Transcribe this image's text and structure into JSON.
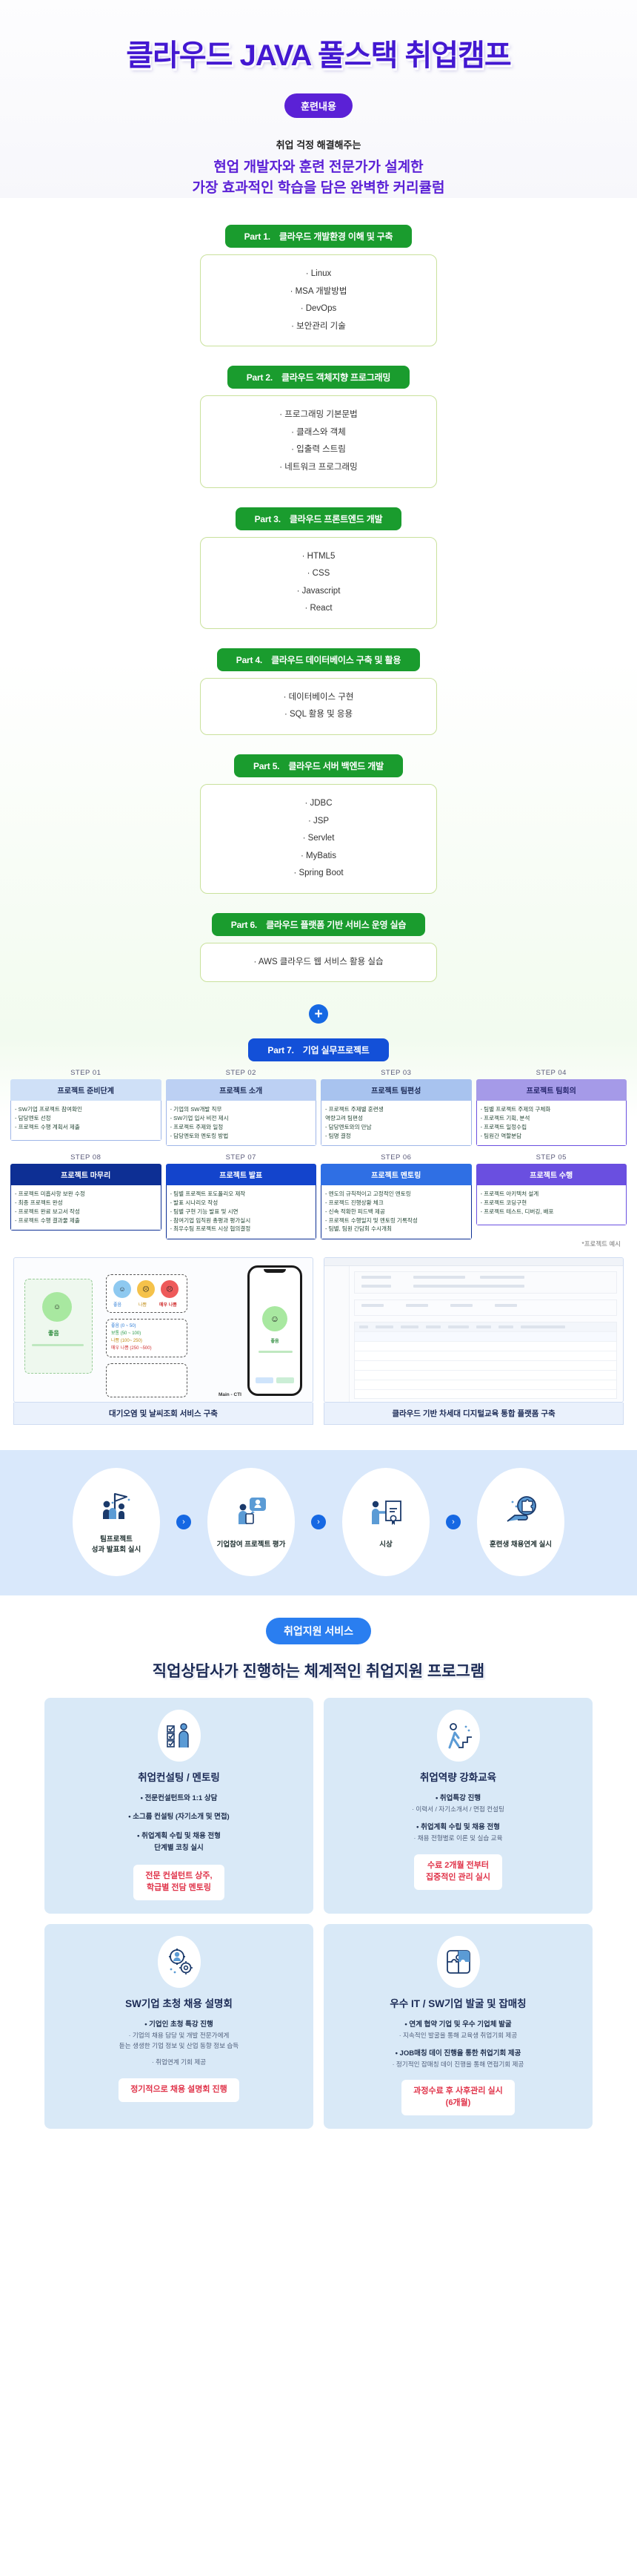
{
  "hero": {
    "title": "클라우드 JAVA 풀스택 취업캠프",
    "badge": "훈련내용",
    "sub": "취업 걱정 해결해주는",
    "main_line1": "현업 개발자와 훈련 전문가가 설계한",
    "main_line2": "가장 효과적인 학습을 담은 완벽한 커리큘럼",
    "accent": "#5b21d6"
  },
  "curriculum": {
    "green": "#1a9c2e",
    "blue": "#1350d8",
    "parts": [
      {
        "no": "Part 1.",
        "title": "클라우드 개발환경 이해 및 구축",
        "items": [
          "· Linux",
          "· MSA 개발방법",
          "· DevOps",
          "· 보안관리 기술"
        ]
      },
      {
        "no": "Part 2.",
        "title": "클라우드 객체지향 프로그래밍",
        "items": [
          "· 프로그래밍 기본문법",
          "· 클래스와 객체",
          "· 입출력 스트림",
          "· 네트워크 프로그래밍"
        ]
      },
      {
        "no": "Part 3.",
        "title": "클라우드 프론트엔드 개발",
        "items": [
          "· HTML5",
          "· CSS",
          "· Javascript",
          "· React"
        ]
      },
      {
        "no": "Part 4.",
        "title": "클라우드 데이터베이스 구축 및 활용",
        "items": [
          "· 데이터베이스 구현",
          "· SQL 활용 및 응용"
        ]
      },
      {
        "no": "Part 5.",
        "title": "클라우드 서버 백엔드 개발",
        "items": [
          "· JDBC",
          "· JSP",
          "· Servlet",
          "· MyBatis",
          "· Spring Boot"
        ]
      },
      {
        "no": "Part 6.",
        "title": "클라우드 플랫폼 기반 서비스 운영 실습",
        "items": [
          "· AWS 클라우드 웹 서비스 활용 실습"
        ]
      }
    ],
    "plus_icon": "plus-icon"
  },
  "project": {
    "part_no": "Part 7.",
    "part_title": "기업 실무프로젝트",
    "note": "*프로젝트 예시",
    "row1": [
      {
        "step": "STEP 01",
        "title": "프로젝트 준비단계",
        "items": [
          "- SW기업 프로젝트 참여확인",
          "- 담당멘토 선정",
          "- 프로젝트 수행 계획서 제출"
        ]
      },
      {
        "step": "STEP 02",
        "title": "프로젝트 소개",
        "items": [
          "- 기업의 SW개발 직무",
          "- SW기업 입사 비전 제시",
          "- 프로젝트 주제와 일정",
          "- 담당멘토와 멘토링 방법"
        ]
      },
      {
        "step": "STEP 03",
        "title": "프로젝트 팀편성",
        "items": [
          "- 프로젝트 주제별 훈련생",
          "  역량고려 팀편성",
          "- 담당멘토와의 만남",
          "- 팀명 결정"
        ]
      },
      {
        "step": "STEP 04",
        "title": "프로젝트 팀회의",
        "items": [
          "- 팀별 프로젝트 주제의 구체화",
          "- 프로젝트 기획, 분석",
          "- 프로젝트 일정수립",
          "- 팀원간 역할분담"
        ]
      }
    ],
    "row2": [
      {
        "step": "STEP 08",
        "title": "프로젝트 마무리",
        "items": [
          "- 프로젝트 미흡사항 보완 수정",
          "- 최종 프로젝트 완성",
          "- 프로젝트 완료 보고서 작성",
          "- 프로젝트 수행 결과물 제출"
        ]
      },
      {
        "step": "STEP 07",
        "title": "프로젝트 발표",
        "items": [
          "- 팀별 프로젝트 포도폴리오 제작",
          "- 발표 시나리오 작성",
          "- 팀별 구현 기능 발표 및 시연",
          "- 참여기업 임직원 총평과 평가실시",
          "- 최우수팀 프로젝트 시상 협의결정"
        ]
      },
      {
        "step": "STEP 06",
        "title": "프로젝트 멘토링",
        "items": [
          "- 멘도의 규칙적이고 고정적인 멘토링",
          "- 프로젝드 진행상황 체크",
          "- 신속 적확한 피드백 제공",
          "- 프로젝트 수행일지 및 멘토링 기록작성",
          "- 팀별, 팀원 간담회 수시개최"
        ]
      },
      {
        "step": "STEP 05",
        "title": "프로젝트 수행",
        "items": [
          "- 프로젝트 아키텍처 설계",
          "- 프로젝트 코딩구현",
          "- 프로젝트 테스트, 디버깅, 배포"
        ]
      }
    ],
    "shots": [
      {
        "caption": "대기오염 및 날씨조회 서비스 구축",
        "kind": "mobile-app-mockup"
      },
      {
        "caption": "클라우드 기반 차세대 디지털교육 통합 플랫폼 구축",
        "kind": "admin-table-mockup"
      }
    ],
    "shot_labels": {
      "good": "좋음",
      "bad": "나쁨",
      "verybad": "매우 나쁨",
      "r1": "좋음 (0 ~ 50)",
      "r2": "보통 (50 ~ 100)",
      "r3": "나쁨 (100~ 250)",
      "r4": "매우 나쁨 (250 ~500)",
      "main": "Main - CTI"
    }
  },
  "flow": {
    "arrow": "chevron-right-icon",
    "nodes": [
      {
        "icon": "flag-team-icon",
        "line1": "팀프로젝트",
        "line2": "성과 발표회 실시"
      },
      {
        "icon": "review-person-icon",
        "line1": "기업참여 프로젝트 평가",
        "line2": ""
      },
      {
        "icon": "certificate-icon",
        "line1": "시상",
        "line2": ""
      },
      {
        "icon": "handshake-puzzle-icon",
        "line1": "훈련생 채용연계 실시",
        "line2": ""
      }
    ]
  },
  "support": {
    "badge": "취업지원 서비스",
    "heading": "직업상담사가 진행하는 체계적인 취업지원 프로그램",
    "cards": [
      {
        "icon": "checklist-person-icon",
        "title": "취업컨설팅 / 멘토링",
        "b1": "• 전문컨설턴트와 1:1 상담",
        "b2": "• 소그룹 컨설팅 (자기소개 및 면접)",
        "b3": "• 취업계획 수립 및 채용 전형",
        "b3b": "단계별 코칭 실시",
        "s1": "",
        "tag1": "전문 컨설턴트 상주,",
        "tag2": "학급별 전담 멘토링"
      },
      {
        "icon": "stairs-person-icon",
        "title": "취업역량 강화교육",
        "b1": "• 취업특강 진행",
        "s1": "· 이력서 / 자기소개서 / 면접 컨설팅",
        "b2": "• 취업계획 수립 및 채용 전형",
        "s2": "· 채용 전형별로 이론 및 실습 교육",
        "tag1": "수료 2개월 전부터",
        "tag2": "집중적인 관리 실시"
      },
      {
        "icon": "gears-person-icon",
        "title": "SW기업 초청 채용 설명회",
        "b1": "• 기업인 초청 특강 진행",
        "s1": "· 기업의 채용 담당 및 개발 전문가에게",
        "s1b": "듣는 생생한 기업 정보 및 산업 동향 정보 습득",
        "s2": "· 취업연계 기회 제공",
        "tag1": "정기적으로 채용 설명회 진행",
        "tag2": ""
      },
      {
        "icon": "puzzle-icon",
        "title": "우수 IT / SW기업 발굴 및 잡매칭",
        "b1": "• 연계 협약 기업 및 우수 기업체 발굴",
        "s1": "· 지속적인 발굴을 통해 교육생 취업기회 제공",
        "b2": "• JOB매칭 데이 진행을 통한 취업기회 제공",
        "s2": "· 정기적인 잡매칭 데이 진행을 통해 면접기회 제공",
        "tag1": "과정수료 후 사후관리 실시",
        "tag2": "(6개월)"
      }
    ]
  }
}
